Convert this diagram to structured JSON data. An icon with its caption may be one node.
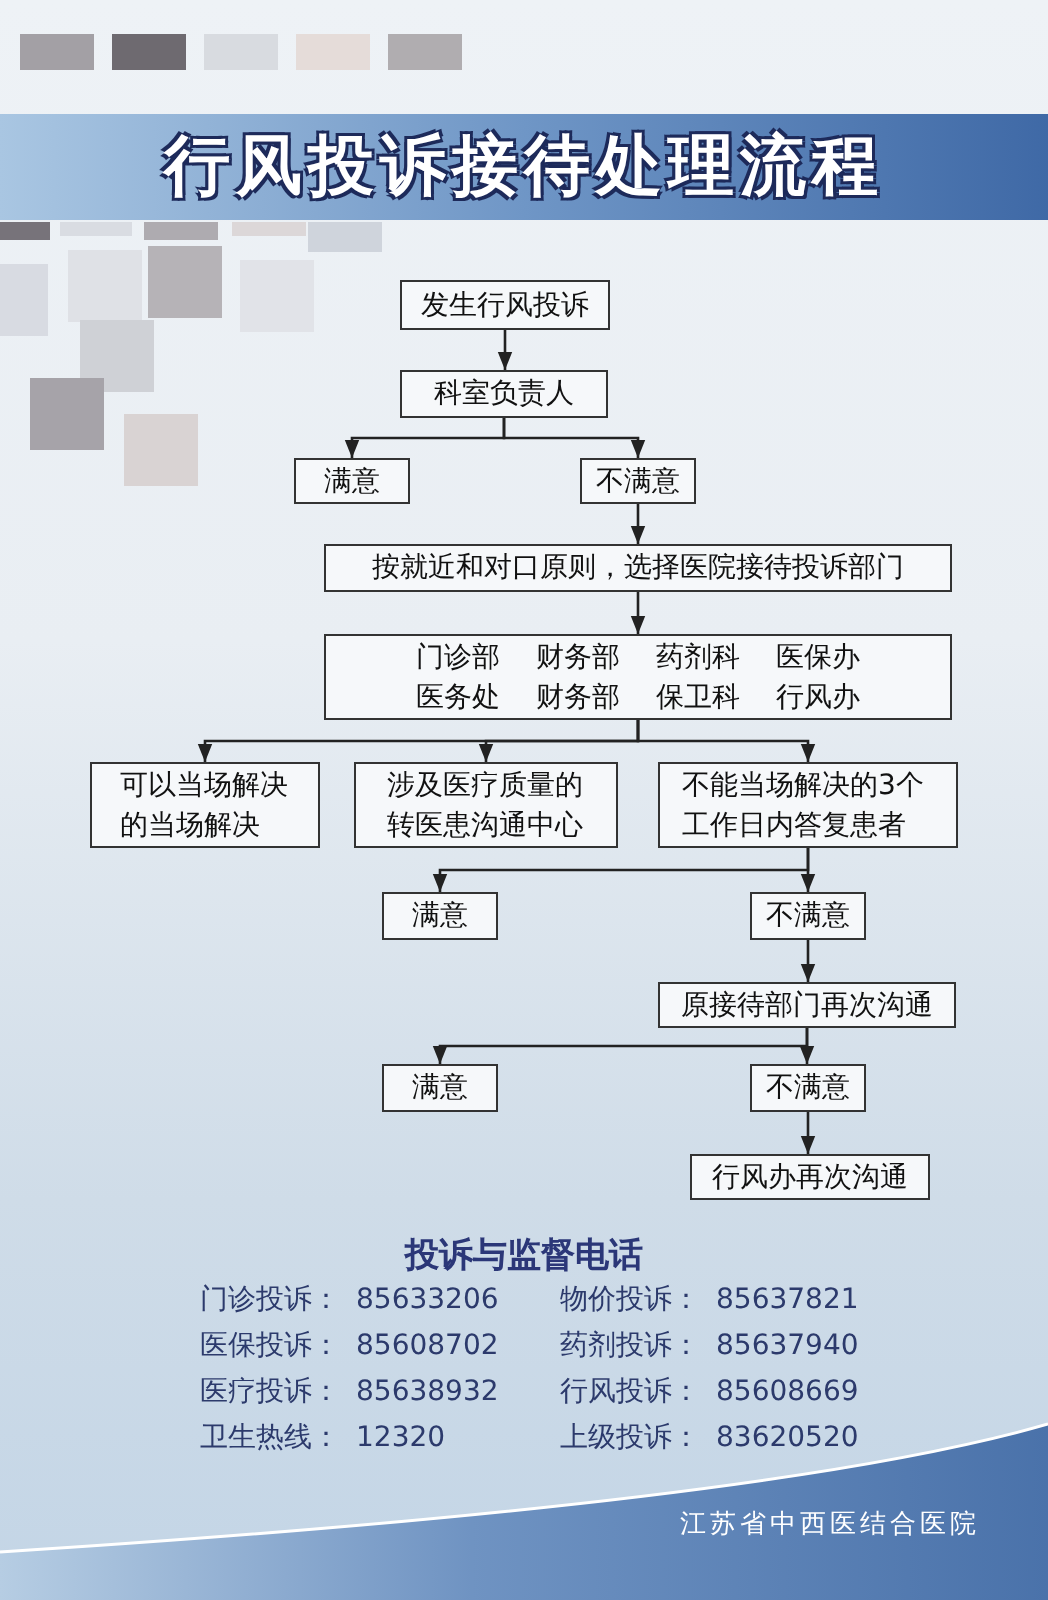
{
  "diagram": {
    "title": "行风投诉接待处理流程",
    "nodes": [
      {
        "text": [
          "发生行风投诉"
        ]
      },
      {
        "text": [
          "科室负责人"
        ]
      },
      {
        "text": [
          "满意"
        ]
      },
      {
        "text": [
          "不满意"
        ]
      },
      {
        "text": [
          "按就近和对口原则，选择医院接待投诉部门"
        ]
      },
      {
        "text": [
          "门诊部",
          "财务部",
          "药剂科",
          "医保办",
          "医务处",
          "财务部",
          "保卫科",
          "行风办"
        ]
      },
      {
        "text": [
          "可以当场解决的当场解决"
        ]
      },
      {
        "text": [
          "涉及医疗质量的转医患沟通中心"
        ]
      },
      {
        "text": [
          "不能当场解决的3个工作日内答复患者"
        ]
      },
      {
        "text": [
          "满意"
        ]
      },
      {
        "text": [
          "不满意"
        ]
      },
      {
        "text": [
          "原接待部门再次沟通"
        ]
      },
      {
        "text": [
          "满意"
        ]
      },
      {
        "text": [
          "不满意"
        ]
      },
      {
        "text": [
          "行风办再次沟通"
        ]
      }
    ],
    "edges": [
      {
        "from": 0,
        "to": 1,
        "arrow": "to"
      },
      {
        "from": 1,
        "to": 2,
        "arrow": "to"
      },
      {
        "from": 1,
        "to": 3,
        "arrow": "to"
      },
      {
        "from": 3,
        "to": 4,
        "arrow": "to"
      },
      {
        "from": 4,
        "to": 5,
        "arrow": "to"
      },
      {
        "from": 5,
        "to": 6,
        "arrow": "to"
      },
      {
        "from": 5,
        "to": 7,
        "arrow": "to"
      },
      {
        "from": 5,
        "to": 8,
        "arrow": "to"
      },
      {
        "from": 8,
        "to": 9,
        "arrow": "to"
      },
      {
        "from": 8,
        "to": 10,
        "arrow": "to"
      },
      {
        "from": 10,
        "to": 11,
        "arrow": "to"
      },
      {
        "from": 11,
        "to": 12,
        "arrow": "to"
      },
      {
        "from": 11,
        "to": 13,
        "arrow": "to"
      },
      {
        "from": 13,
        "to": 14,
        "arrow": "to"
      }
    ],
    "labels": [
      "投诉与监督电话",
      "门诊投诉：",
      "85633206",
      "物价投诉：",
      "85637821",
      "医保投诉：",
      "85608702",
      "药剂投诉：",
      "85637940",
      "医疗投诉：",
      "85638932",
      "行风投诉：",
      "85608669",
      "卫生热线：",
      "12320",
      "上级投诉：",
      "83620520",
      "江苏省中西医结合医院"
    ]
  }
}
